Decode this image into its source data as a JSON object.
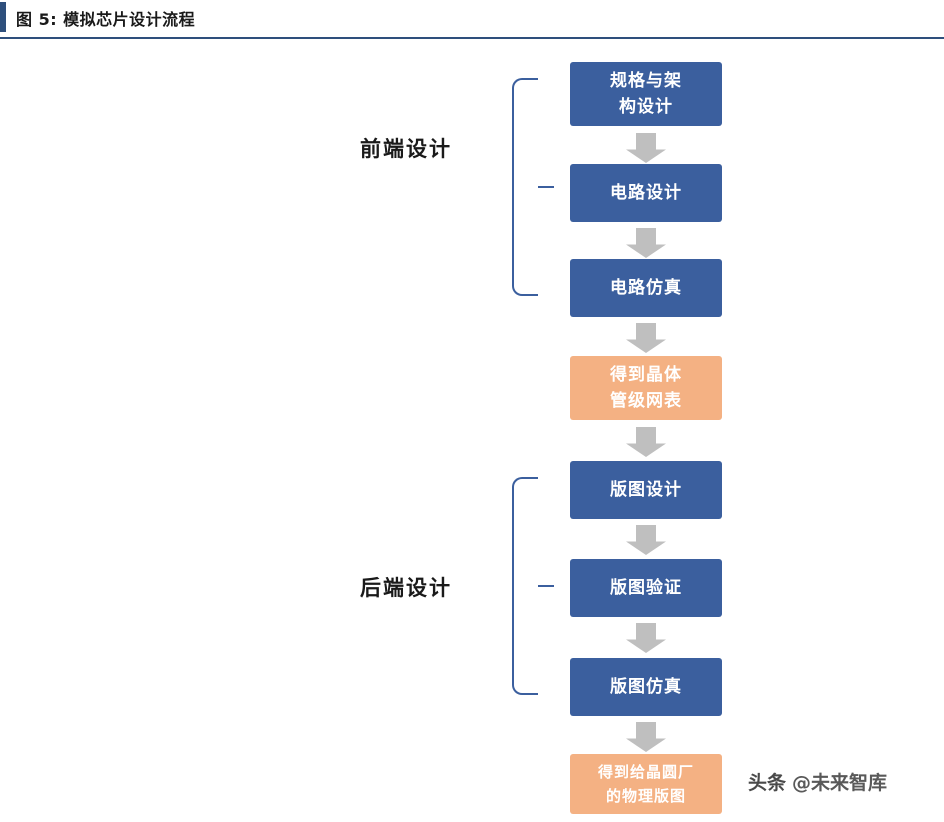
{
  "header": {
    "figure_label": "图 5:",
    "title": "模拟芯片设计流程",
    "full_title": "图 5:  模拟芯片设计流程",
    "accent_color": "#2E4F7C"
  },
  "colors": {
    "node_blue": "#3B5F9E",
    "node_orange": "#F4B183",
    "arrow_gray": "#BFBFBF",
    "bracket_blue": "#3B5F9E",
    "text_white": "#FFFFFF"
  },
  "groups": [
    {
      "id": "front-end",
      "label": "前端设计"
    },
    {
      "id": "back-end",
      "label": "后端设计"
    }
  ],
  "flow": {
    "nodes": [
      {
        "id": "spec-arch-design",
        "label": "规格与架构设计",
        "line1": "规格与架",
        "line2": "构设计",
        "type": "blue"
      },
      {
        "id": "circuit-design",
        "label": "电路设计",
        "line1": "电路设计",
        "line2": "",
        "type": "blue"
      },
      {
        "id": "circuit-simulation",
        "label": "电路仿真",
        "line1": "电路仿真",
        "line2": "",
        "type": "blue"
      },
      {
        "id": "transistor-netlist",
        "label": "得到晶体管级网表",
        "line1": "得到晶体",
        "line2": "管级网表",
        "type": "orange"
      },
      {
        "id": "layout-design",
        "label": "版图设计",
        "line1": "版图设计",
        "line2": "",
        "type": "blue"
      },
      {
        "id": "layout-verification",
        "label": "版图验证",
        "line1": "版图验证",
        "line2": "",
        "type": "blue"
      },
      {
        "id": "layout-simulation",
        "label": "版图仿真",
        "line1": "版图仿真",
        "line2": "",
        "type": "blue"
      },
      {
        "id": "physical-layout-for-fab",
        "label": "得到给晶圆厂的物理版图",
        "line1": "得到给晶圆厂",
        "line2": "的物理版图",
        "type": "orange"
      }
    ],
    "arrow_count": 7
  },
  "watermark": {
    "prefix": "头条",
    "text": "@未来智库"
  }
}
